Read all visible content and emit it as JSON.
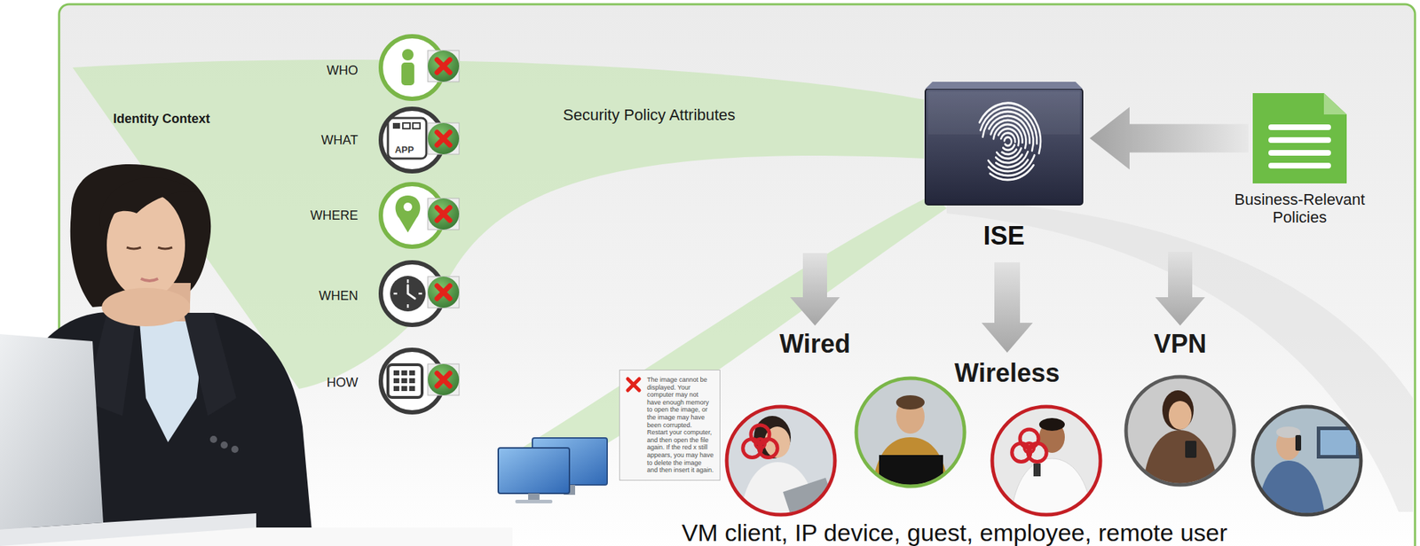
{
  "diagram": {
    "caption": "VM client, IP device, guest, employee, remote user",
    "nodes": [
      {
        "text": [
          "ISE"
        ]
      },
      {
        "text": [
          "Business-Relevant Policies"
        ]
      },
      {
        "text": [
          "The image cannot be displayed. Your computer may not have enough memory to open the image, or the image may have been corrupted. Restart your computer, and then open the file again. If the red x still appears, you may have to delete the image and then insert it again."
        ]
      }
    ],
    "edges": [
      {
        "from": 1,
        "to": 0,
        "arrow": "to"
      }
    ],
    "labels": [
      "Identity Context",
      "WHO",
      "WHAT",
      "WHERE",
      "WHEN",
      "HOW",
      "APP",
      "Security Policy Attributes",
      "Wired",
      "Wireless",
      "VPN"
    ]
  }
}
